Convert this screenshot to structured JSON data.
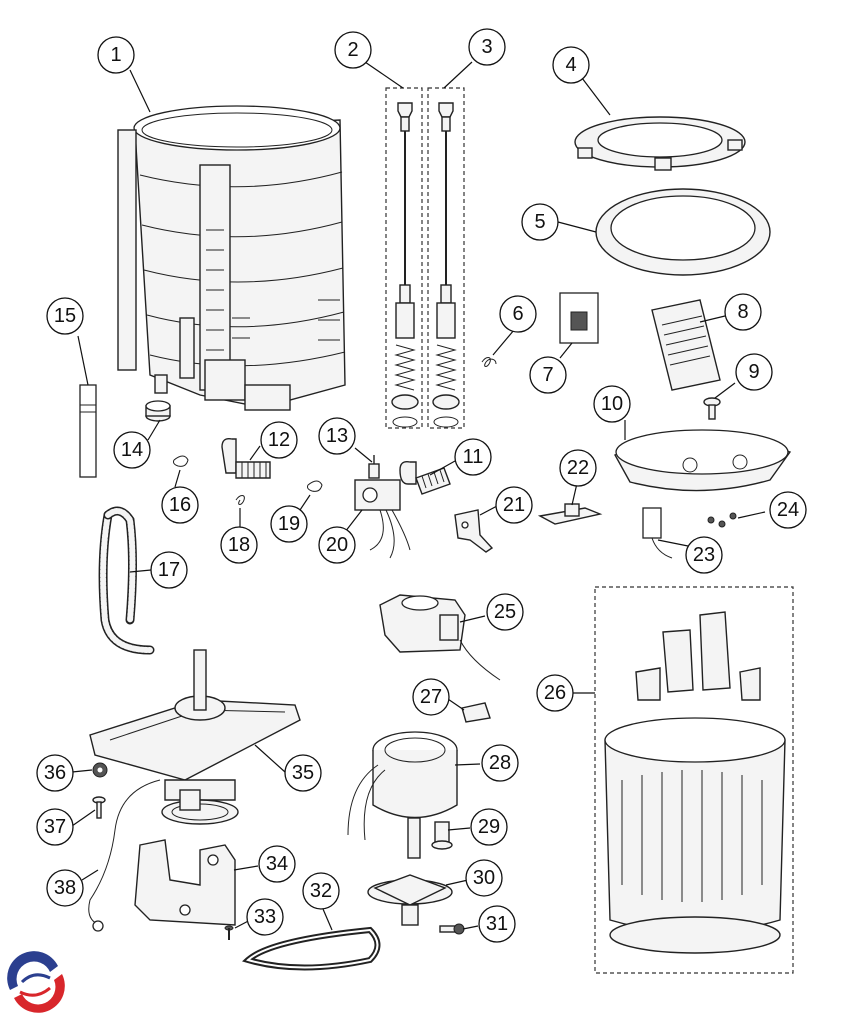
{
  "diagram": {
    "callouts": [
      "1",
      "2",
      "3",
      "4",
      "5",
      "6",
      "7",
      "8",
      "9",
      "10",
      "11",
      "12",
      "13",
      "14",
      "15",
      "16",
      "17",
      "18",
      "19",
      "20",
      "21",
      "22",
      "23",
      "24",
      "25",
      "26",
      "27",
      "28",
      "29",
      "30",
      "31",
      "32",
      "33",
      "34",
      "35",
      "36",
      "37",
      "38"
    ]
  },
  "brand": {
    "logo_colors": {
      "blue": "#2b3f8f",
      "red": "#d8262b"
    }
  }
}
